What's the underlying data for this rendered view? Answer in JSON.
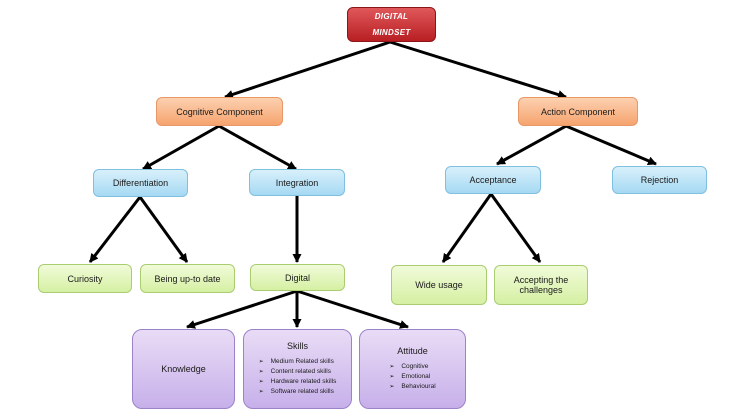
{
  "diagram": {
    "root": {
      "line1": "DIGITAL",
      "line2": "MINDSET"
    },
    "cognitive": "Cognitive Component",
    "action": "Action Component",
    "differentiation": "Differentiation",
    "integration": "Integration",
    "acceptance": "Acceptance",
    "rejection": "Rejection",
    "curiosity": "Curiosity",
    "up_to_date": "Being up-to date",
    "digital": "Digital",
    "wide_usage": "Wide usage",
    "accepting": {
      "line1": "Accepting the",
      "line2": "challenges"
    },
    "knowledge": "Knowledge",
    "skills": {
      "title": "Skills",
      "items": [
        "Medium Related skills",
        "Content related skills",
        "Hardware related skills",
        "Software related skills"
      ]
    },
    "attitude": {
      "title": "Attitude",
      "items": [
        "Cognitive",
        "Emotional",
        "Behavioural"
      ]
    },
    "bullet_glyph": "➢",
    "colors": {
      "root": "#c92a2e",
      "level1": "#f9b98a",
      "level2": "#bfe5f7",
      "level3": "#e2f6c0",
      "level4": "#d6c4ef",
      "edge": "#000000"
    }
  }
}
